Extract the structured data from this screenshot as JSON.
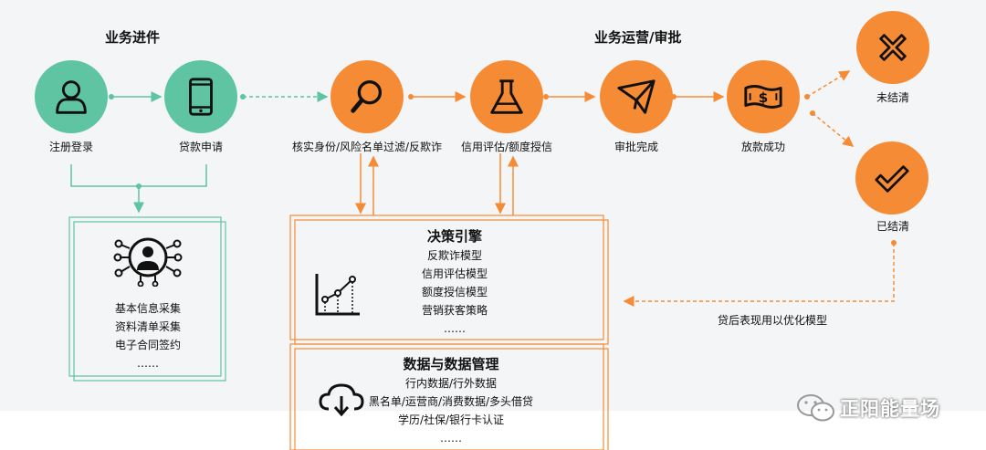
{
  "sections": {
    "business_entry": "业务进件",
    "operations_approval": "业务运营/审批"
  },
  "nodes": [
    {
      "id": "register",
      "label": "注册登录",
      "icon": "user-icon",
      "color": "#5ec4a2"
    },
    {
      "id": "loan_apply",
      "label": "贷款申请",
      "icon": "phone-icon",
      "color": "#5ec4a2"
    },
    {
      "id": "verify",
      "label": "核实身份/风险名单过滤/反欺诈",
      "icon": "search-icon",
      "color": "#f68b35"
    },
    {
      "id": "credit",
      "label": "信用评估/额度授信",
      "icon": "flask-icon",
      "color": "#f68b35"
    },
    {
      "id": "approval",
      "label": "审批完成",
      "icon": "paper-plane-icon",
      "color": "#f68b35"
    },
    {
      "id": "disburse",
      "label": "放款成功",
      "icon": "banknote-icon",
      "color": "#f68b35"
    },
    {
      "id": "unpaid",
      "label": "未结清",
      "icon": "cross-icon",
      "color": "#f68b35"
    },
    {
      "id": "paid",
      "label": "已结清",
      "icon": "check-icon",
      "color": "#f68b35"
    }
  ],
  "info_panel": {
    "icon": "network-person-icon",
    "lines": [
      "基本信息采集",
      "资料清单采集",
      "电子合同签约",
      "……"
    ]
  },
  "decision_engine": {
    "title": "决策引擎",
    "icon": "line-chart-icon",
    "lines": [
      "反欺诈模型",
      "信用评估模型",
      "额度授信模型",
      "营销获客策略",
      "……"
    ]
  },
  "data_management": {
    "title": "数据与数据管理",
    "icon": "cloud-download-icon",
    "lines": [
      "行内数据/行外数据",
      "黑名单/运营商/消费数据/多头借贷",
      "学历/社保/银行卡认证",
      "……"
    ]
  },
  "feedback_label": "贷后表现用以优化模型",
  "watermark": "正阳能量场",
  "colors": {
    "green": "#5ec4a2",
    "orange": "#f68b35"
  }
}
